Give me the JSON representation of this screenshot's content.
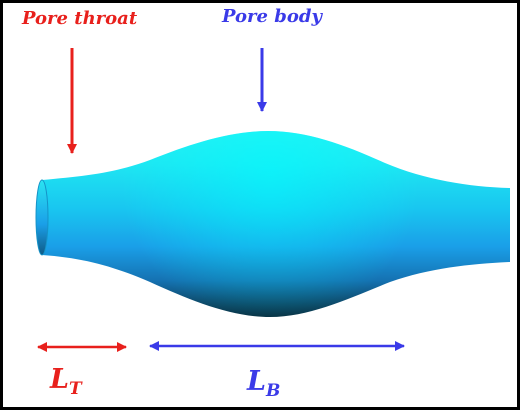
{
  "labels": {
    "pore_throat": "Pore throat",
    "pore_body": "Pore body"
  },
  "lengths": {
    "throat": {
      "symbol": "L",
      "subscript": "T"
    },
    "body": {
      "symbol": "L",
      "subscript": "B"
    }
  },
  "colors": {
    "throat_accent": "#e8201c",
    "body_accent": "#3a3ae8",
    "pore_light": "#19f0f0",
    "pore_mid": "#1aa6f0",
    "pore_dark": "#0a3a52",
    "frame": "#000000"
  }
}
